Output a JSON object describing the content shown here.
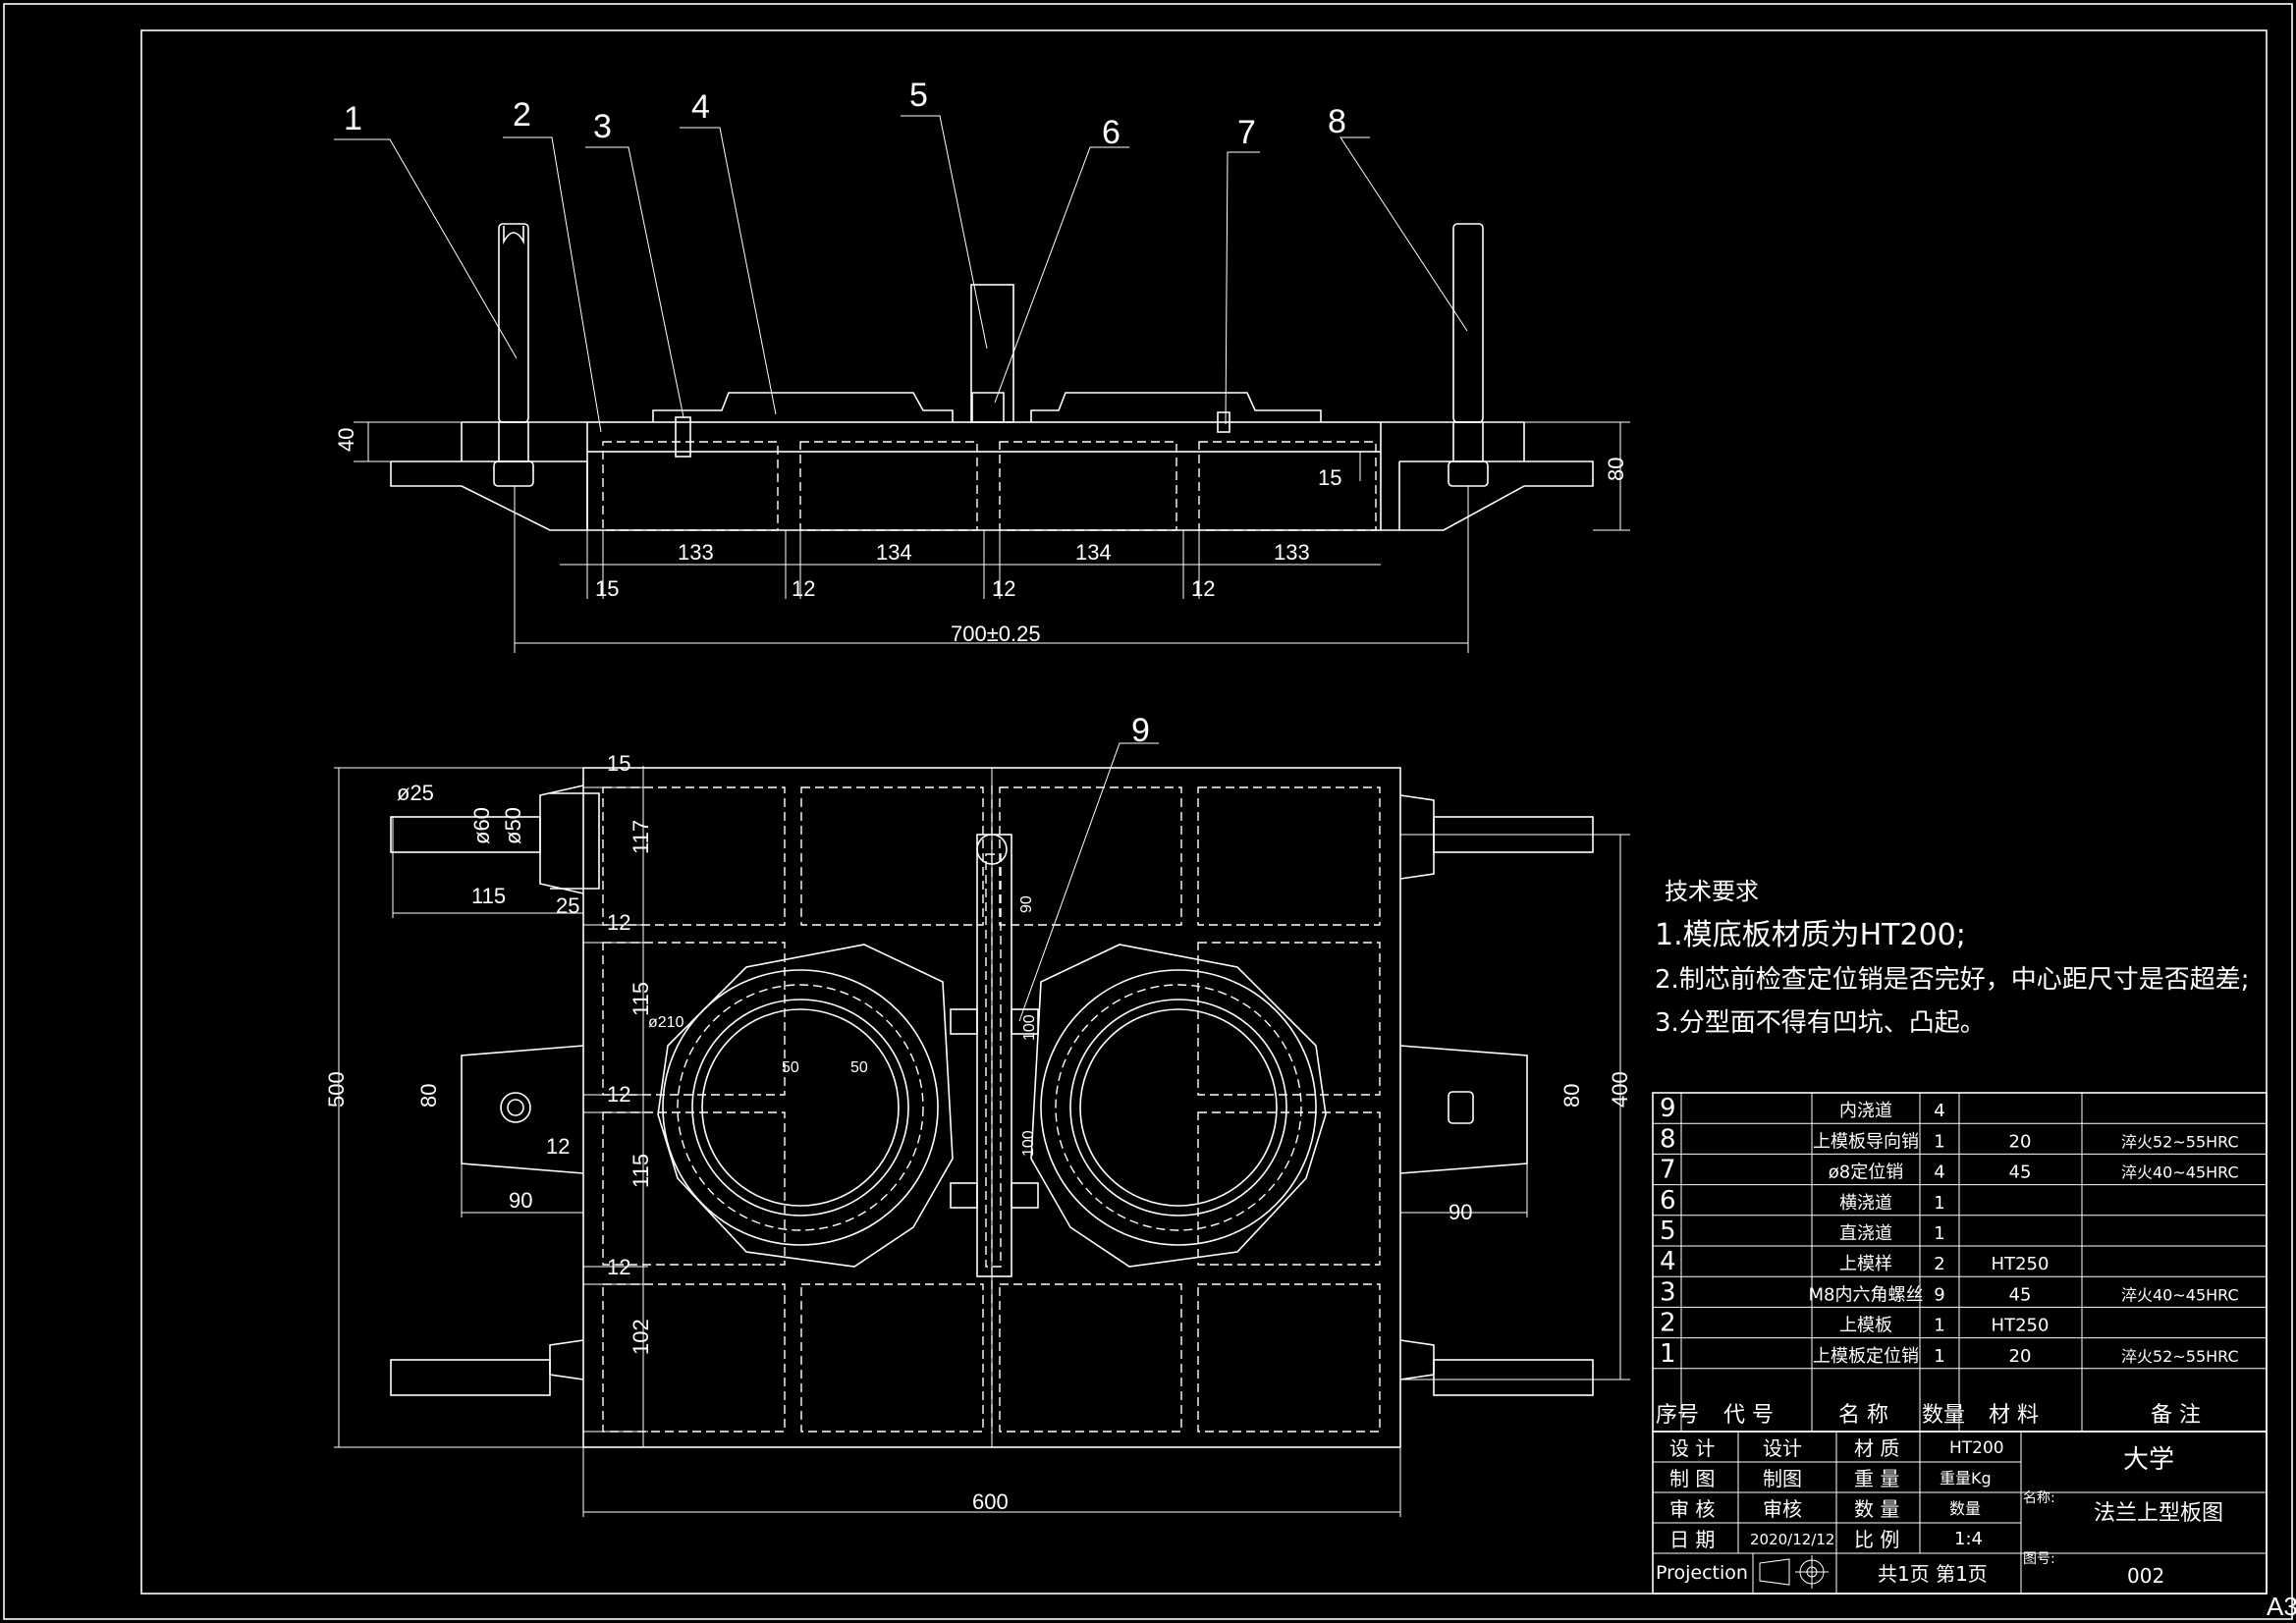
{
  "sheet_size": "A3",
  "balloons": [
    "1",
    "2",
    "3",
    "4",
    "5",
    "6",
    "7",
    "8",
    "9"
  ],
  "front_view": {
    "dims_bottom": [
      "133",
      "134",
      "134",
      "133"
    ],
    "gaps": [
      "15",
      "12",
      "12",
      "12"
    ],
    "overall": "700±0.25",
    "left_height": "40",
    "right_height": "80",
    "right_small": "15"
  },
  "top_view": {
    "d25": "ø25",
    "d60": "ø60",
    "d50": "ø50",
    "len115": "115",
    "len25": "25",
    "rows": [
      "15",
      "117",
      "12",
      "115",
      "12",
      "115",
      "12",
      "102"
    ],
    "height500": "500",
    "height400": "400",
    "left80": "80",
    "right80": "80",
    "left90": "90",
    "right90": "90",
    "left12": "12",
    "width600": "600",
    "d210": "ø210",
    "dim50a": "50",
    "dim50b": "50",
    "dim90": "90",
    "dim100a": "100",
    "dim100b": "100"
  },
  "tech_req": {
    "title": "技术要求",
    "items": [
      "1.模底板材质为HT200;",
      "2.制芯前检查定位销是否完好，中心距尺寸是否超差;",
      "3.分型面不得有凹坑、凸起。"
    ]
  },
  "bom": {
    "rows": [
      {
        "no": "9",
        "code": "",
        "name": "内浇道",
        "qty": "4",
        "mat": "",
        "note": ""
      },
      {
        "no": "8",
        "code": "",
        "name": "上模板导向销",
        "qty": "1",
        "mat": "20",
        "note": "淬火52~55HRC"
      },
      {
        "no": "7",
        "code": "",
        "name": "ø8定位销",
        "qty": "4",
        "mat": "45",
        "note": "淬火40~45HRC"
      },
      {
        "no": "6",
        "code": "",
        "name": "横浇道",
        "qty": "1",
        "mat": "",
        "note": ""
      },
      {
        "no": "5",
        "code": "",
        "name": "直浇道",
        "qty": "1",
        "mat": "",
        "note": ""
      },
      {
        "no": "4",
        "code": "",
        "name": "上模样",
        "qty": "2",
        "mat": "HT250",
        "note": ""
      },
      {
        "no": "3",
        "code": "",
        "name": "M8内六角螺丝",
        "qty": "9",
        "mat": "45",
        "note": "淬火40~45HRC"
      },
      {
        "no": "2",
        "code": "",
        "name": "上模板",
        "qty": "1",
        "mat": "HT250",
        "note": ""
      },
      {
        "no": "1",
        "code": "",
        "name": "上模板定位销",
        "qty": "1",
        "mat": "20",
        "note": "淬火52~55HRC"
      }
    ],
    "header": {
      "no": "序号",
      "code": "代 号",
      "name": "名 称",
      "qty": "数量",
      "mat": "材 料",
      "note": "备 注"
    }
  },
  "title_block": {
    "design_l": "设 计",
    "design_v": "设计",
    "material_l": "材 质",
    "material_v": "HT200",
    "draw_l": "制 图",
    "draw_v": "制图",
    "weight_l": "重 量",
    "weight_v": "重量Kg",
    "check_l": "审 核",
    "check_v": "审核",
    "qty_l": "数 量",
    "qty_v": "数量",
    "date_l": "日 期",
    "date_v": "2020/12/12",
    "scale_l": "比 例",
    "scale_v": "1:4",
    "projection": "Projection",
    "pages": "共1页 第1页",
    "university": "大学",
    "drawing_name_l": "名称:",
    "drawing_name": "法兰上型板图",
    "drawing_no_l": "图号:",
    "drawing_no": "002"
  }
}
